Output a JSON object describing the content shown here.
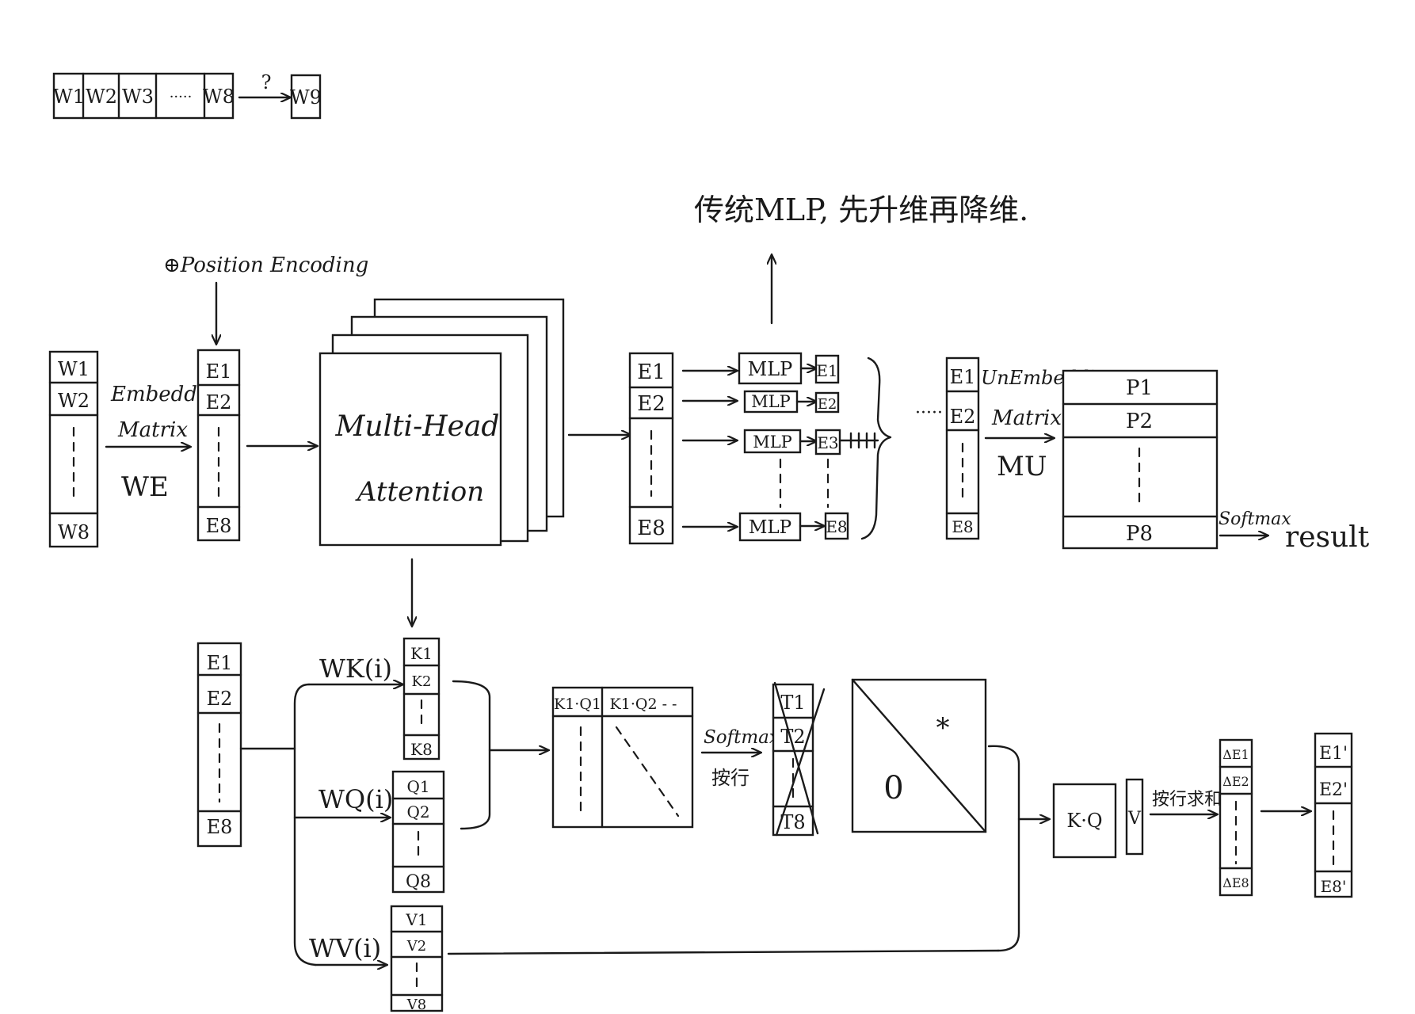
{
  "sequence_row": {
    "tokens": [
      "W1",
      "W2",
      "W3",
      "·····",
      "W8"
    ],
    "question": "?",
    "target": "W9"
  },
  "input_column": {
    "top": [
      "W1",
      "W2"
    ],
    "bottom": "W8"
  },
  "embedding": {
    "line1": "Embedding",
    "line2": "Matrix",
    "symbol": "WE"
  },
  "position_encoding": "⊕Position Encoding",
  "embedded_column": {
    "top": [
      "E1",
      "E2"
    ],
    "bottom": "E8"
  },
  "attention": {
    "line1": "Multi-Head",
    "line2": "Attention"
  },
  "attn_out_column": {
    "top": [
      "E1",
      "E2"
    ],
    "bottom": "E8"
  },
  "mlp": {
    "label": "MLP",
    "outputs": [
      "E1",
      "E2",
      "E3",
      "E8"
    ],
    "note": "传统MLP, 先升维再降维.",
    "continuation": "·····"
  },
  "final_column": {
    "top": [
      "E1",
      "E2"
    ],
    "bottom": "E8"
  },
  "unembedding": {
    "line1": "UnEmbedding",
    "line2": "Matrix",
    "symbol": "MU"
  },
  "prob_column": {
    "top": [
      "P1",
      "P2"
    ],
    "bottom": "P8"
  },
  "softmax_label": "Softmax",
  "result": "result",
  "attention_detail": {
    "input": {
      "top": [
        "E1",
        "E2"
      ],
      "bottom": "E8"
    },
    "wk": "WK(i)",
    "wq": "WQ(i)",
    "wv": "WV(i)",
    "keys": {
      "top": [
        "K1",
        "K2"
      ],
      "bottom": "K8"
    },
    "queries": {
      "top": [
        "Q1",
        "Q2"
      ],
      "bottom": "Q8"
    },
    "values": {
      "top": [
        "V1",
        "V2"
      ],
      "bottom": "V8"
    },
    "score_headers": [
      "K1·Q1",
      "K1·Q2 - -"
    ],
    "softmax": "Softmax",
    "by_row": "按行",
    "t_rows": {
      "top": [
        "T1",
        "T2"
      ],
      "bottom": "T8"
    },
    "mask_upper": "*",
    "mask_lower": "0",
    "kq": "K·Q",
    "v": "V",
    "sum_by_row": "按行求和",
    "delta": {
      "top": [
        "ΔE1",
        "ΔE2"
      ],
      "bottom": "ΔE8"
    },
    "updated": {
      "top": [
        "E1'",
        "E2'"
      ],
      "bottom": "E8'"
    }
  }
}
